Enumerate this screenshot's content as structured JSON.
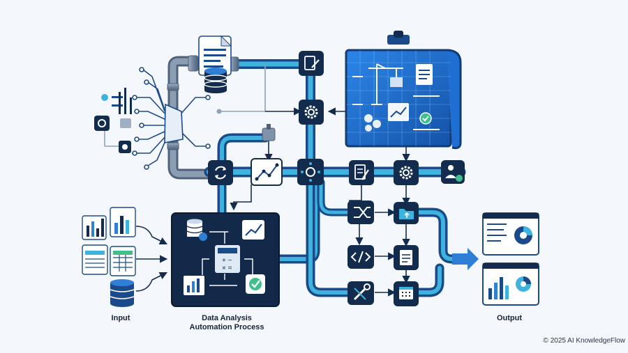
{
  "labels": {
    "input": "Input",
    "process_line1": "Data Analysis",
    "process_line2": "Automation Process",
    "output": "Output",
    "copyright": "© 2025 AI KnowledgeFlow"
  },
  "colors": {
    "navy": "#132c4e",
    "deep_blue": "#1b4a8a",
    "accent_blue": "#2f7fd6",
    "cyan_pipe": "#3db3dd",
    "pipe_gray": "#7f93ab",
    "blueprint": "#1f6fd2",
    "check_green": "#3fbf8f",
    "background": "#f4f7fb"
  },
  "icons": [
    "document-icon",
    "database-icon",
    "edit-document-icon",
    "gear-icon",
    "sync-icon",
    "network-chart-icon",
    "hub-icon",
    "checklist-icon",
    "user-check-icon",
    "shuffle-icon",
    "folder-upload-icon",
    "code-icon",
    "file-text-icon",
    "wrench-icon",
    "calendar-icon",
    "calculator-icon",
    "trend-up-icon",
    "check-circle-icon",
    "bar-chart-icon",
    "spreadsheet-icon",
    "pie-chart-icon",
    "circuit-icon",
    "crane-icon",
    "blueprint-icon"
  ]
}
